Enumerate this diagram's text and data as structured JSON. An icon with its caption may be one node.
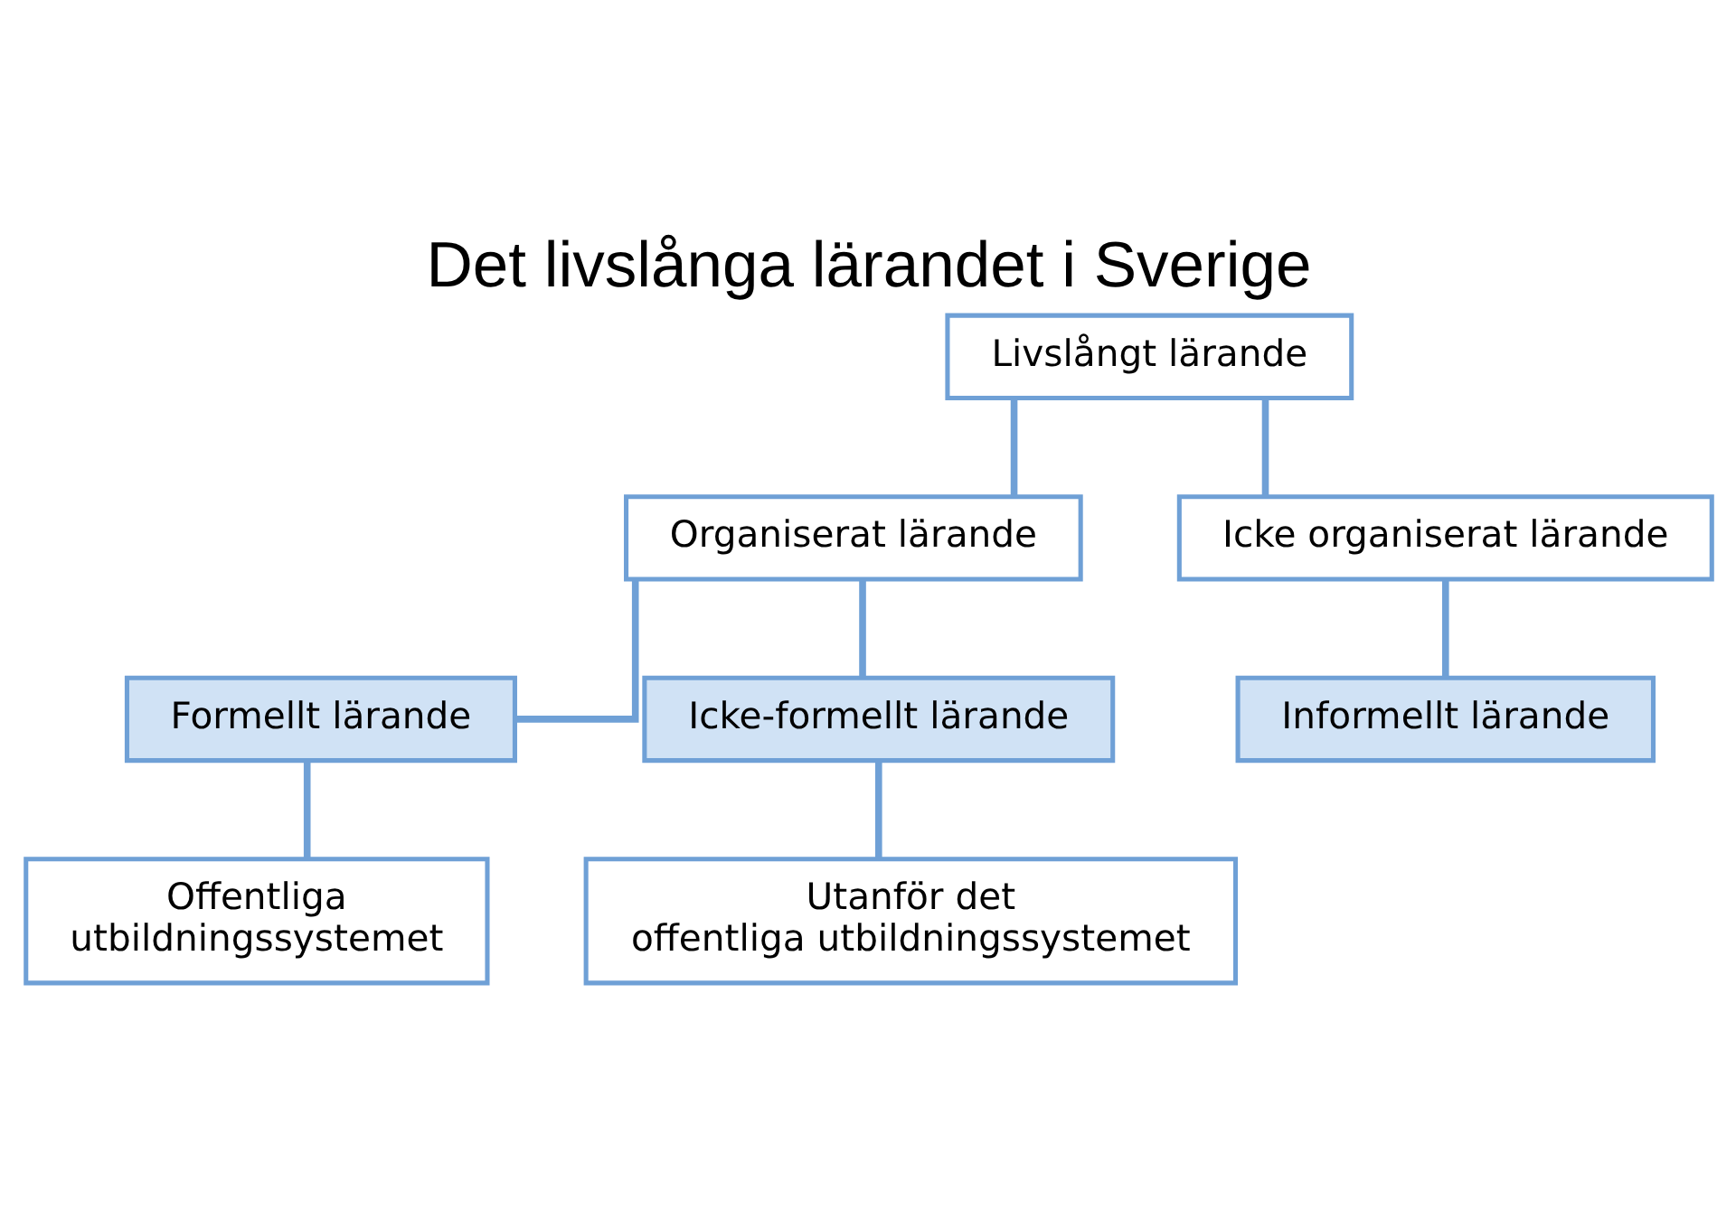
{
  "diagram": {
    "title": "Det livslånga lärandet i Sverige",
    "nodes": [
      {
        "text": [
          "Livslångt lärande"
        ]
      },
      {
        "text": [
          "Organiserat lärande"
        ]
      },
      {
        "text": [
          "Icke organiserat lärande"
        ]
      },
      {
        "text": [
          "Formellt lärande"
        ]
      },
      {
        "text": [
          "Icke-formellt lärande"
        ]
      },
      {
        "text": [
          "Informellt lärande"
        ]
      },
      {
        "text": [
          "Offentliga utbildningssystemet"
        ]
      },
      {
        "text": [
          "Utanför det offentliga utbildningssystemet"
        ]
      }
    ],
    "edges": [
      {
        "from": 0,
        "to": 1,
        "arrow": "none"
      },
      {
        "from": 0,
        "to": 2,
        "arrow": "none"
      },
      {
        "from": 1,
        "to": 3,
        "arrow": "none"
      },
      {
        "from": 1,
        "to": 4,
        "arrow": "none"
      },
      {
        "from": 2,
        "to": 5,
        "arrow": "none"
      },
      {
        "from": 3,
        "to": 6,
        "arrow": "none"
      },
      {
        "from": 4,
        "to": 7,
        "arrow": "none"
      }
    ]
  }
}
